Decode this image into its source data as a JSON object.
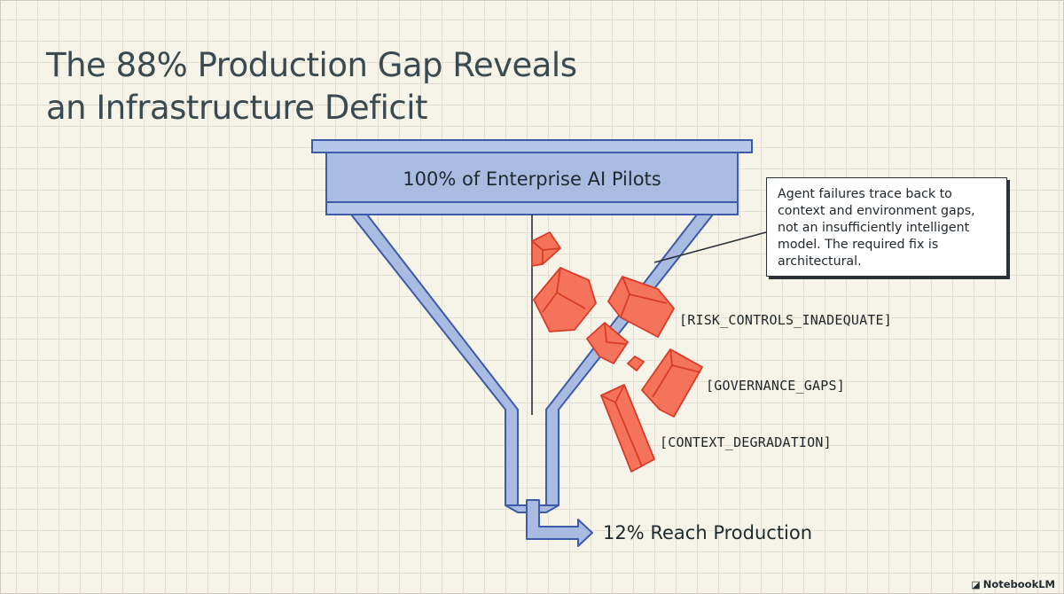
{
  "title": {
    "line1": "The 88% Production Gap Reveals",
    "line2": "an Infrastructure Deficit"
  },
  "funnel": {
    "top_label": "100% of Enterprise AI Pilots",
    "bottom_label": "12% Reach Production"
  },
  "callout": {
    "text": "Agent failures trace back to context and environment gaps, not an insufficiently intelligent model. The required fix is architectural."
  },
  "failure_tags": [
    "[RISK_CONTROLS_INADEQUATE]",
    "[GOVERNANCE_GAPS]",
    "[CONTEXT_DEGRADATION]"
  ],
  "brand": {
    "name": "NotebookLM"
  },
  "colors": {
    "funnel_fill": "#a9bbe0",
    "funnel_stroke": "#3d5ba8",
    "block_fill": "#f4735a",
    "block_stroke": "#d83c26"
  }
}
